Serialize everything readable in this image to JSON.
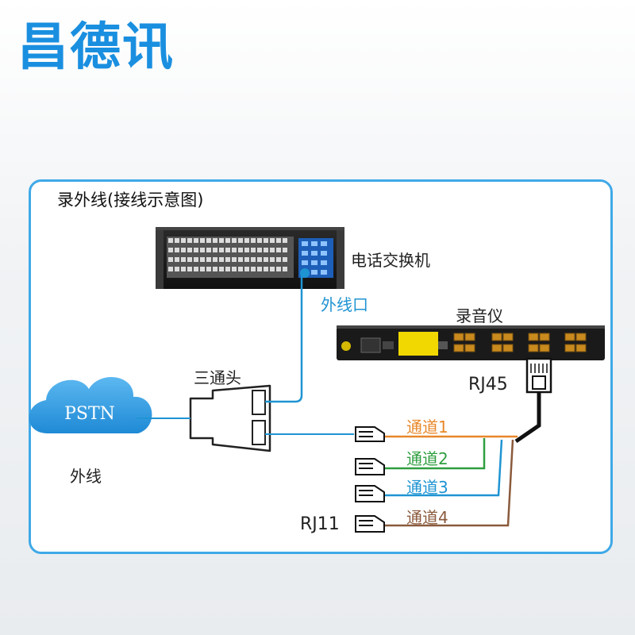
{
  "brand": "昌德讯",
  "panel_title": "录外线(接线示意图)",
  "devices": {
    "pbx": "电话交换机",
    "pbx_port": "外线口",
    "recorder": "录音仪",
    "tee": "三通头",
    "pstn": "PSTN",
    "outside_line": "外线"
  },
  "connectors": {
    "rj45": "RJ45",
    "rj11": "RJ11"
  },
  "channels": [
    {
      "label": "通道1",
      "color": "#e8882a"
    },
    {
      "label": "通道2",
      "color": "#2f9e3f"
    },
    {
      "label": "通道3",
      "color": "#1f94d2"
    },
    {
      "label": "通道4",
      "color": "#8a5a3c"
    }
  ],
  "colors": {
    "brand": "#1a8fe0",
    "frame": "#3fa9e8",
    "line_blue": "#1f94d2",
    "cloud": "#3aa3e6"
  }
}
